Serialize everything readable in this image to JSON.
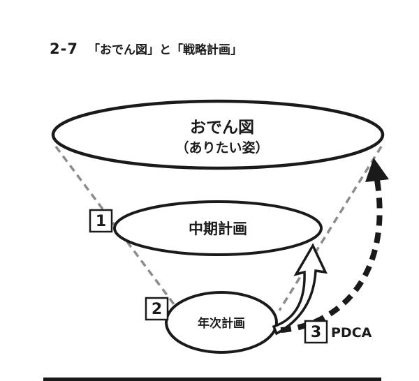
{
  "title": {
    "number": "2-7",
    "label": "「おでん図」と「戦略計画」"
  },
  "funnel": {
    "top": {
      "line1": "おでん図",
      "line2": "（ありたい姿）"
    },
    "middle": {
      "label": "中期計画"
    },
    "bottom": {
      "label": "年次計画"
    }
  },
  "steps": {
    "one": "1",
    "two": "2",
    "three": "3"
  },
  "annotations": {
    "pdca": "PDCA"
  },
  "colors": {
    "ink": "#1a1a1a",
    "funnel_dash": "#8c8c8c",
    "background": "#ffffff"
  }
}
